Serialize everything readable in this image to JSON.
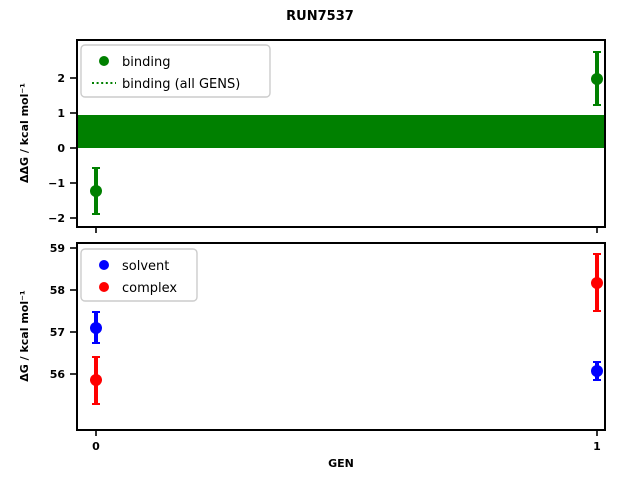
{
  "chart_data": [
    {
      "type": "scatter",
      "panel": "top",
      "title": "RUN7537",
      "xlabel": "",
      "ylabel": "ΔΔG / kcal mol⁻¹",
      "x": [
        0,
        1
      ],
      "xticklabels": [
        "0",
        "1"
      ],
      "xlim": [
        -0.06,
        1.06
      ],
      "ylim": [
        -2.45,
        2.95
      ],
      "yticks": [
        -2,
        -1,
        0,
        1,
        2
      ],
      "yticklabels": [
        "−2",
        "−1",
        "0",
        "1",
        "2"
      ],
      "grid": false,
      "legend_position": "upper left",
      "series": [
        {
          "name": "binding",
          "color": "#008000",
          "marker": "o",
          "values": [
            -1.23,
            1.98
          ],
          "yerr": [
            0.67,
            0.74
          ]
        },
        {
          "name": "binding (all GENS)",
          "color": "#008000",
          "linestyle": "dotted",
          "band_value": 0.48,
          "band_lo": 0.0,
          "band_hi": 0.95
        }
      ]
    },
    {
      "type": "scatter",
      "panel": "bottom",
      "title": "",
      "xlabel": "GEN",
      "ylabel": "ΔG / kcal mol⁻¹",
      "x": [
        0,
        1
      ],
      "xticklabels": [
        "0",
        "1"
      ],
      "xlim": [
        -0.06,
        1.06
      ],
      "ylim": [
        55.35,
        59.15
      ],
      "yticks": [
        56,
        57,
        58,
        59
      ],
      "yticklabels": [
        "56",
        "57",
        "58",
        "59"
      ],
      "grid": false,
      "legend_position": "upper left",
      "series": [
        {
          "name": "solvent",
          "color": "#0000ff",
          "marker": "o",
          "values": [
            57.31,
            56.28
          ],
          "yerr": [
            0.36,
            0.21
          ]
        },
        {
          "name": "complex",
          "color": "#ff0000",
          "marker": "o",
          "values": [
            56.06,
            58.25
          ],
          "yerr": [
            0.56,
            0.68
          ]
        }
      ]
    }
  ],
  "figure": {
    "title": "RUN7537",
    "xlabel": "GEN",
    "background": "#ffffff"
  },
  "top_panel": {
    "ylabel": "ΔΔG / kcal mol⁻¹",
    "yticklabels": [
      "2",
      "1",
      "0",
      "−1",
      "−2"
    ],
    "legend": {
      "items": [
        {
          "label": "binding",
          "color": "#008000",
          "type": "marker"
        },
        {
          "label": "binding (all GENS)",
          "color": "#008000",
          "type": "dotted-line"
        }
      ]
    }
  },
  "bottom_panel": {
    "ylabel": "ΔG / kcal mol⁻¹",
    "yticklabels": [
      "59",
      "58",
      "57",
      "56"
    ],
    "xticklabels": [
      "0",
      "1"
    ],
    "xlabel": "GEN",
    "legend": {
      "items": [
        {
          "label": "solvent",
          "color": "#0000ff",
          "type": "marker"
        },
        {
          "label": "complex",
          "color": "#ff0000",
          "type": "marker"
        }
      ]
    }
  },
  "colors": {
    "binding": "#008000",
    "solvent": "#0000ff",
    "complex": "#ff0000",
    "axis": "#000000"
  }
}
